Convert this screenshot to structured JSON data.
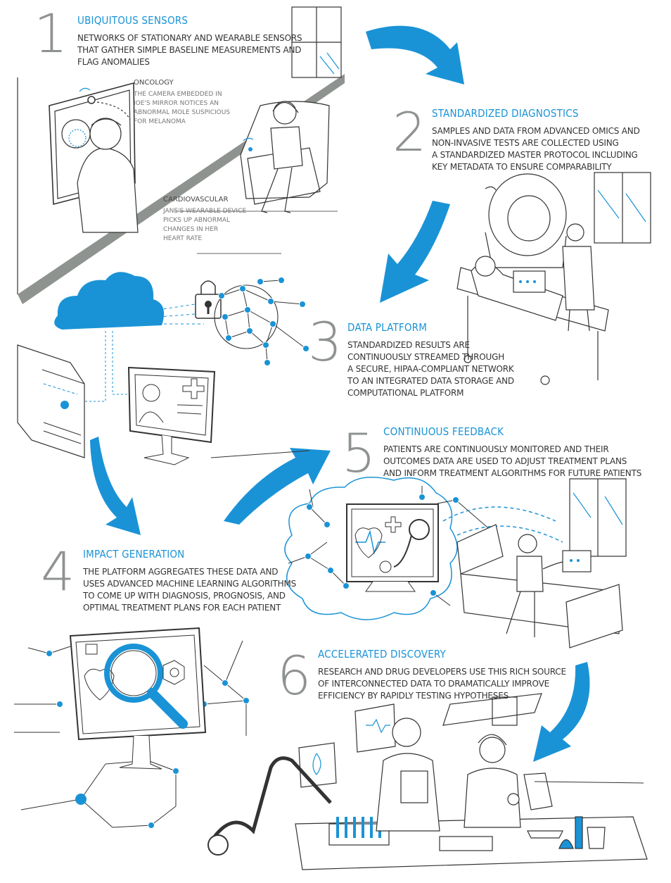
{
  "colors": {
    "accent": "#1a93d6",
    "number_gray": "#8f9390",
    "ink": "#333333"
  },
  "steps": [
    {
      "number": "1",
      "title": "UBIQUITOUS SENSORS",
      "lines": [
        "NETWORKS OF STATIONARY AND WEARABLE SENSORS",
        "THAT GATHER SIMPLE BASELINE MEASUREMENTS AND",
        "FLAG ANOMALIES"
      ]
    },
    {
      "number": "2",
      "title": "STANDARDIZED DIAGNOSTICS",
      "lines": [
        "SAMPLES AND DATA FROM ADVANCED OMICS AND",
        "NON-INVASIVE TESTS ARE COLLECTED USING",
        "A STANDARDIZED MASTER PROTOCOL INCLUDING",
        "KEY METADATA TO ENSURE COMPARABILITY"
      ]
    },
    {
      "number": "3",
      "title": "DATA PLATFORM",
      "lines": [
        "STANDARDIZED RESULTS ARE",
        "CONTINUOUSLY STREAMED THROUGH",
        "A SECURE, HIPAA-COMPLIANT NETWORK",
        "TO AN INTEGRATED DATA STORAGE AND",
        "COMPUTATIONAL PLATFORM"
      ]
    },
    {
      "number": "4",
      "title": "IMPACT GENERATION",
      "lines": [
        "THE PLATFORM AGGREGATES  THESE DATA AND",
        "USES ADVANCED MACHINE LEARNING ALGORITHMS",
        "TO COME UP WITH DIAGNOSIS, PROGNOSIS, AND",
        "OPTIMAL TREATMENT PLANS FOR EACH PATIENT"
      ]
    },
    {
      "number": "5",
      "title": "CONTINUOUS FEEDBACK",
      "lines": [
        "PATIENTS ARE CONTINUOUSLY MONITORED AND THEIR",
        "OUTCOMES DATA ARE USED TO ADJUST TREATMENT PLANS",
        "AND INFORM TREATMENT ALGORITHMS FOR FUTURE PATIENTS"
      ]
    },
    {
      "number": "6",
      "title": "ACCELERATED DISCOVERY",
      "lines": [
        "RESEARCH AND DRUG DEVELOPERS USE THIS RICH SOURCE",
        "OF INTERCONNECTED DATA TO DRAMATICALLY IMPROVE",
        "EFFICIENCY BY RAPIDLY TESTING HYPOTHESES"
      ]
    }
  ],
  "callouts": {
    "oncology": {
      "title": "ONCOLOGY",
      "lines": [
        "THE CAMERA EMBEDDED IN",
        "JOE'S MIRROR NOTICES AN",
        "ABNORMAL MOLE SUSPICIOUS",
        "FOR MELANOMA"
      ]
    },
    "cardiovascular": {
      "title": "CARDIOVASCULAR",
      "lines": [
        "JANE'S WEARABLE DEVICE",
        "PICKS UP ABNORMAL",
        "CHANGES IN HER",
        "HEART RATE"
      ]
    }
  }
}
